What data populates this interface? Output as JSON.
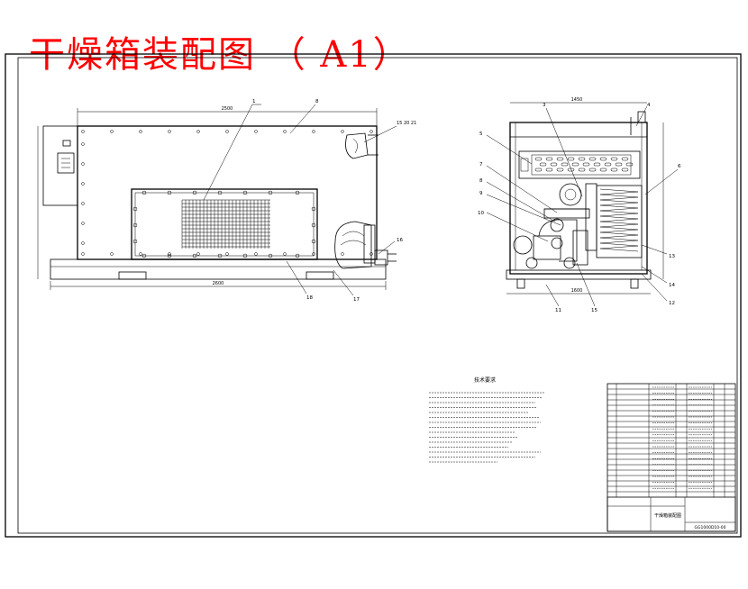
{
  "title": "干燥箱装配图 （ A1）",
  "front_view": {
    "balloons": [
      "1",
      "8",
      "15 20 21",
      "16",
      "18",
      "17"
    ],
    "dim_top": "2500",
    "dim_bottom": "2600"
  },
  "side_view": {
    "balloons": [
      "3",
      "4",
      "5",
      "6",
      "7",
      "8",
      "9",
      "10",
      "11",
      "12",
      "13",
      "14",
      "15"
    ],
    "dim_top": "1450",
    "dim_bottom": "1600"
  },
  "notes": {
    "heading": "技术要求"
  },
  "title_block": {
    "drawing_name": "干燥箱装配图",
    "drawing_number": "GG1000D10-00"
  },
  "colors": {
    "title": "#ff0000",
    "lines": "#000000",
    "paper": "#ffffff"
  }
}
